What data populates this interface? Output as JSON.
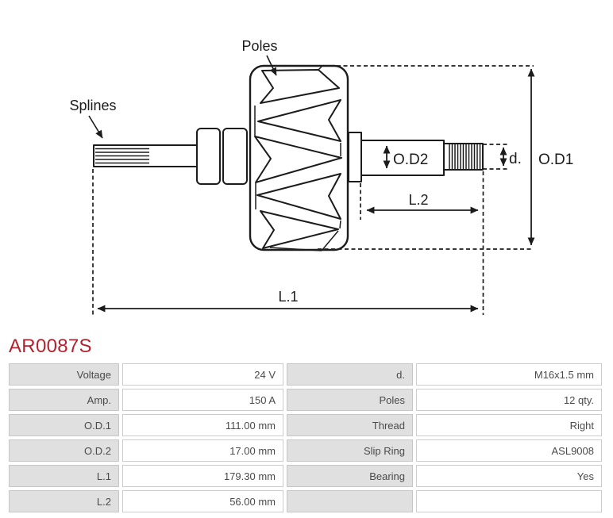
{
  "theme": {
    "accent": "#b0242f",
    "line": "#1c1c1c",
    "cell_label_bg": "#e0e0e0",
    "cell_border": "#c6c6c6",
    "cell_text": "#4a4a4a"
  },
  "part": {
    "number": "AR0087S"
  },
  "diagram": {
    "labels": {
      "poles": "Poles",
      "splines": "Splines",
      "od2": "O.D2",
      "d": "d.",
      "od1": "O.D1",
      "l2": "L.2",
      "l1": "L.1"
    }
  },
  "table": {
    "rows": [
      {
        "l_label": "Voltage",
        "l_value": "24 V",
        "r_label": "d.",
        "r_value": "M16x1.5 mm"
      },
      {
        "l_label": "Amp.",
        "l_value": "150 A",
        "r_label": "Poles",
        "r_value": "12 qty."
      },
      {
        "l_label": "O.D.1",
        "l_value": "111.00 mm",
        "r_label": "Thread",
        "r_value": "Right"
      },
      {
        "l_label": "O.D.2",
        "l_value": "17.00 mm",
        "r_label": "Slip Ring",
        "r_value": "ASL9008"
      },
      {
        "l_label": "L.1",
        "l_value": "179.30 mm",
        "r_label": "Bearing",
        "r_value": "Yes"
      },
      {
        "l_label": "L.2",
        "l_value": "56.00 mm",
        "r_label": "",
        "r_value": ""
      }
    ]
  }
}
